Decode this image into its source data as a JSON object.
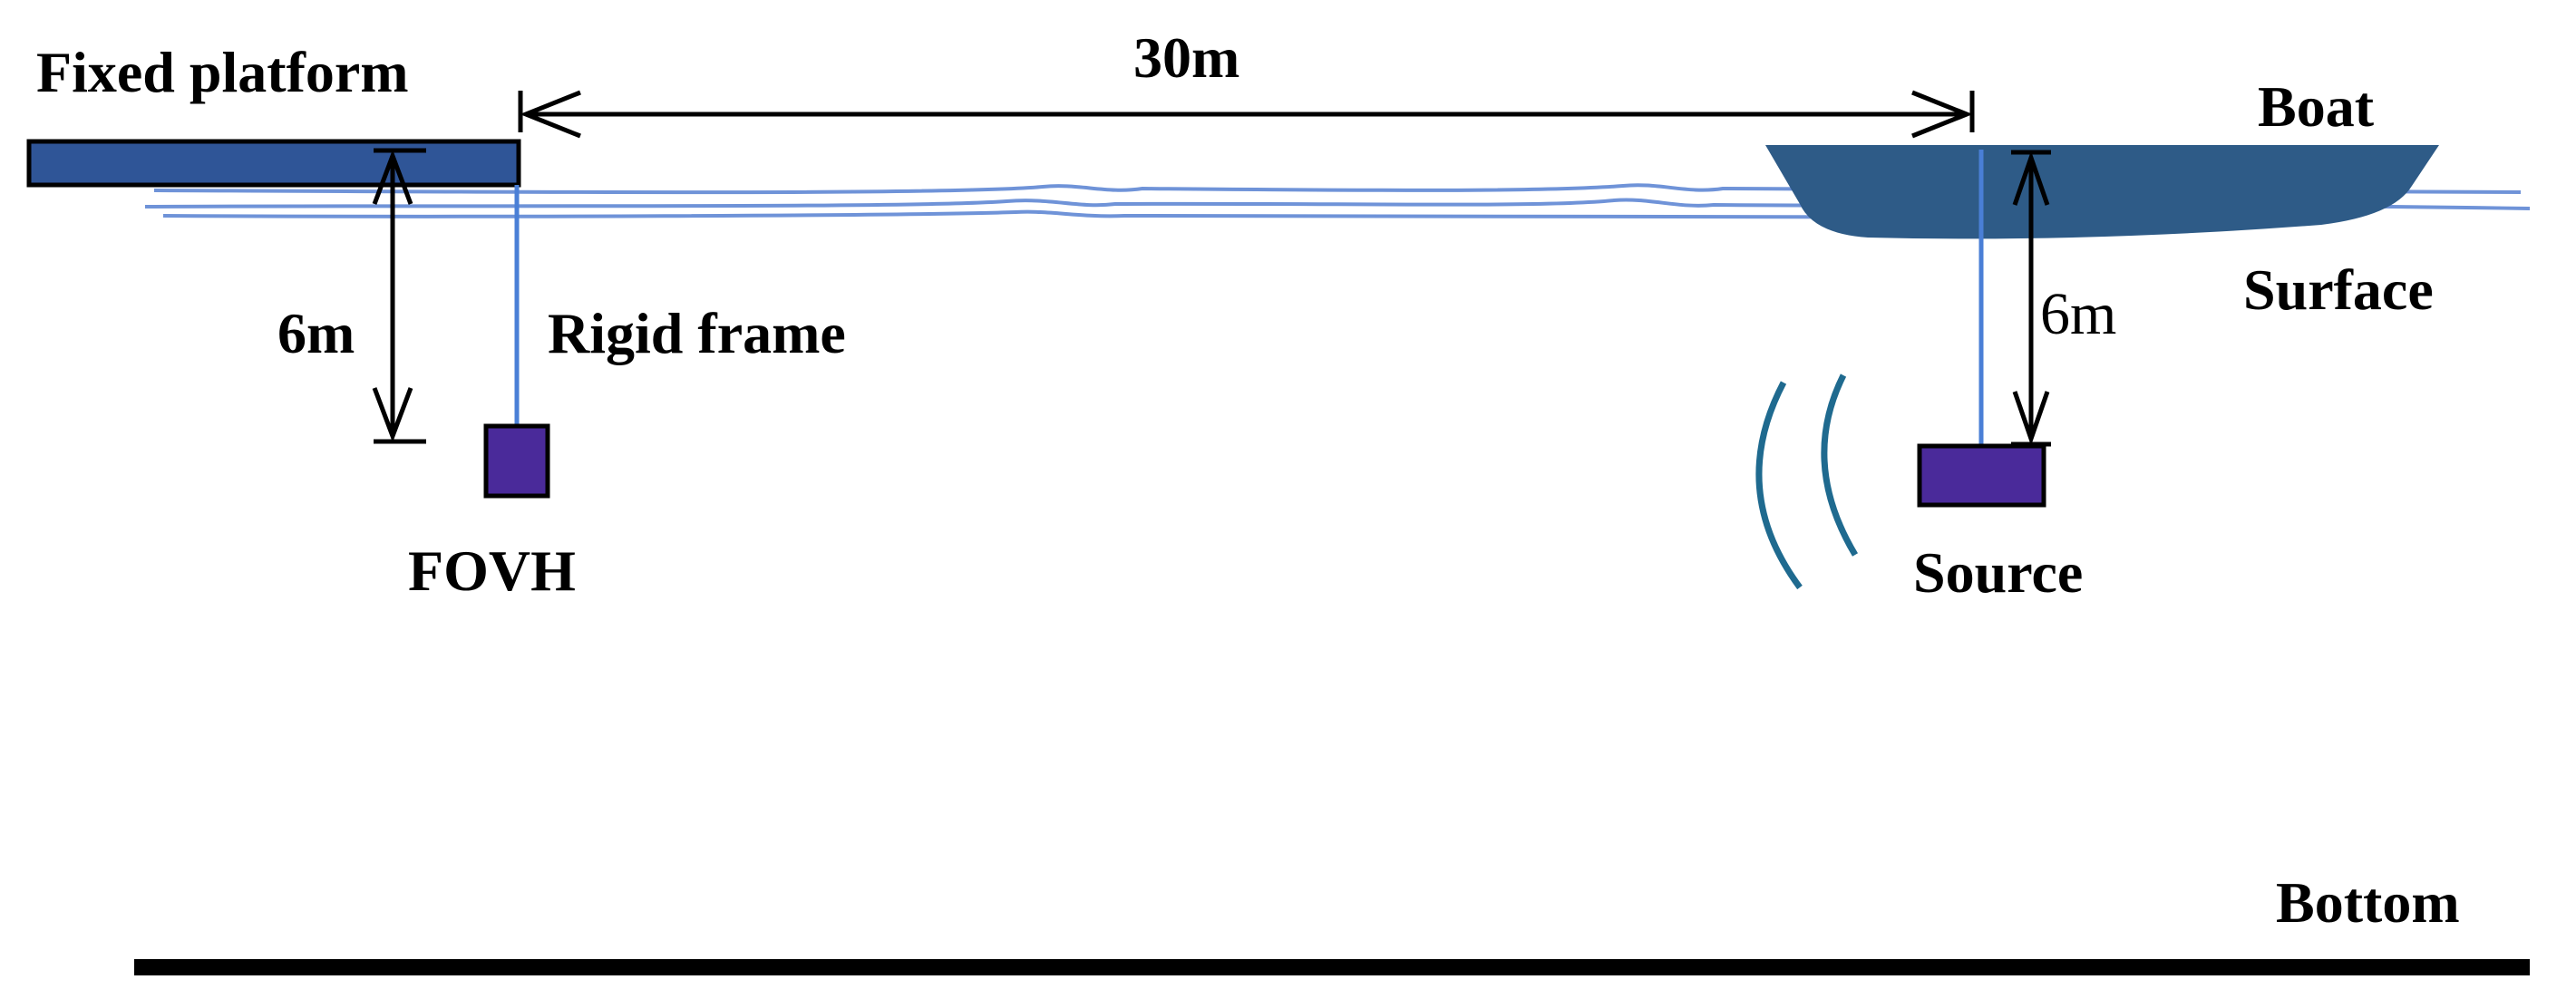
{
  "labels": {
    "fixed_platform": "Fixed platform",
    "distance": "30m",
    "boat": "Boat",
    "surface": "Surface",
    "depth_left": "6m",
    "rigid_frame": "Rigid frame",
    "depth_right": "6m",
    "fovh": "FOVH",
    "source": "Source",
    "bottom": "Bottom"
  },
  "colors": {
    "platform_fill": "#2f5597",
    "boat_fill": "#2e5b87",
    "water_line": "#6f93d8",
    "frame_line": "#4a7fd6",
    "device_fill": "#4a2a9a",
    "wave_arc": "#1f6a8f",
    "outline": "#000000"
  },
  "icons": {
    "sound_waves": "sound-wave-arcs"
  }
}
